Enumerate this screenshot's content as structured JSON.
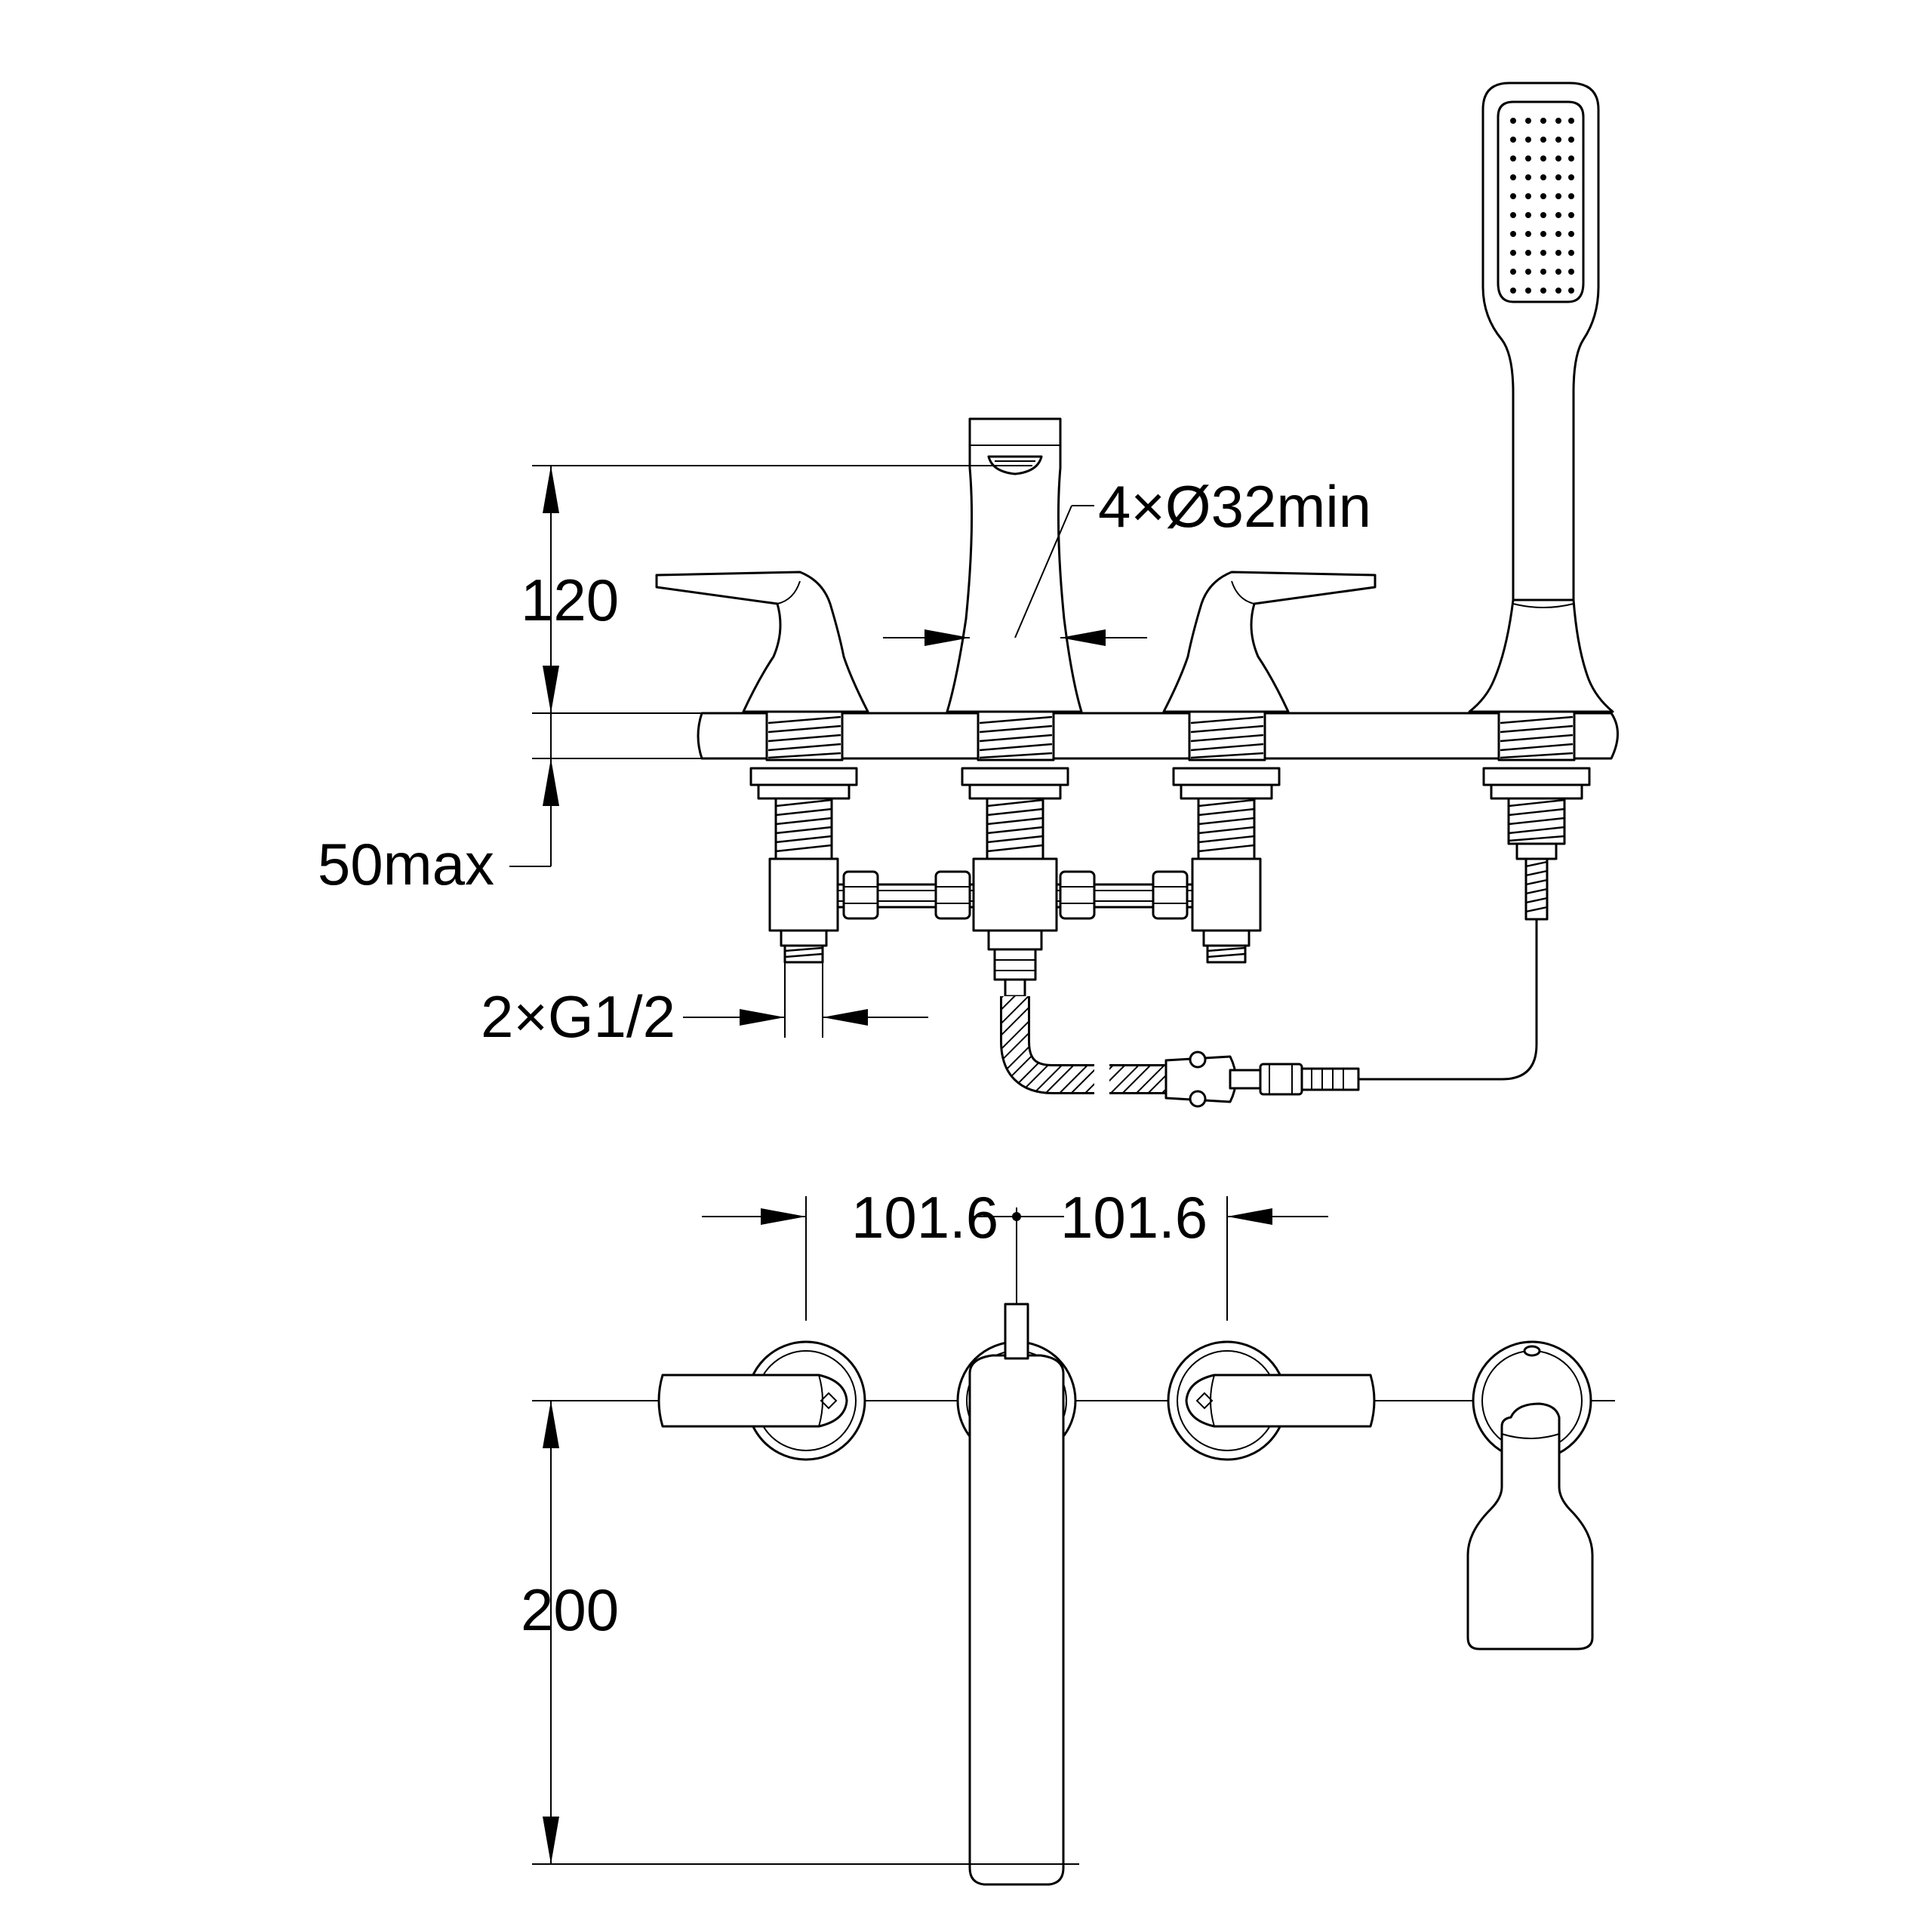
{
  "dimensions": {
    "height_above_deck": "120",
    "deck_thickness": "50max",
    "hole_size": "4×Ø32min",
    "inlet_thread": "2×G1/2",
    "left_spacing": "101.6",
    "right_spacing": "101.6",
    "spout_reach": "200"
  },
  "colors": {
    "line": "#000000",
    "background": "#ffffff"
  }
}
